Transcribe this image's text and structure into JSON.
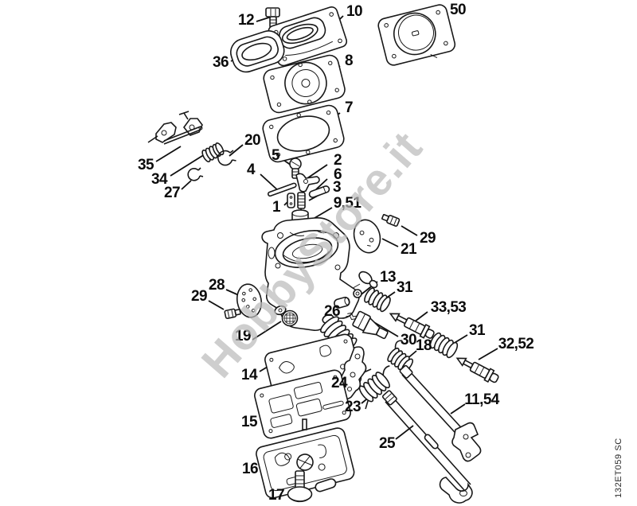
{
  "figure": {
    "watermark_text": "HobbyStore.it",
    "drawing_code": "132ET059 SC"
  },
  "parts": [
    {
      "label": "12",
      "name": "pump-cover-screw"
    },
    {
      "label": "10",
      "name": "pump-cover"
    },
    {
      "label": "50",
      "name": "cover-plate"
    },
    {
      "label": "36",
      "name": "intake-sleeve"
    },
    {
      "label": "8",
      "name": "pump-diaphragm"
    },
    {
      "label": "7",
      "name": "pump-gasket"
    },
    {
      "label": "20",
      "name": "retaining-clip"
    },
    {
      "label": "35",
      "name": "shutter-assembly"
    },
    {
      "label": "34",
      "name": "spring-washer"
    },
    {
      "label": "27",
      "name": "e-clip"
    },
    {
      "label": "5",
      "name": "lever-screw"
    },
    {
      "label": "2",
      "name": "metering-lever"
    },
    {
      "label": "4",
      "name": "lever-pin"
    },
    {
      "label": "6",
      "name": "pin"
    },
    {
      "label": "3",
      "name": "inlet-needle"
    },
    {
      "label": "1",
      "name": "valve-jet"
    },
    {
      "label": "9,51",
      "name": "piston"
    },
    {
      "label": "29",
      "name": "plug-screw-right"
    },
    {
      "label": "21",
      "name": "cover-disc"
    },
    {
      "label": "13",
      "name": "plug"
    },
    {
      "label": "31",
      "name": "adjusting-spring-upper"
    },
    {
      "label": "33,53",
      "name": "high-speed-screw"
    },
    {
      "label": "30",
      "name": "jet-needle"
    },
    {
      "label": "18",
      "name": "spring"
    },
    {
      "label": "31",
      "name": "adjusting-spring-lower"
    },
    {
      "label": "32,52",
      "name": "low-speed-screw"
    },
    {
      "label": "28",
      "name": "disc"
    },
    {
      "label": "29",
      "name": "plug-screw-left"
    },
    {
      "label": "19",
      "name": "inlet-screen"
    },
    {
      "label": "26",
      "name": "throttle-spring"
    },
    {
      "label": "14",
      "name": "metering-gasket"
    },
    {
      "label": "24",
      "name": "choke-lever"
    },
    {
      "label": "23",
      "name": "torsion-spring"
    },
    {
      "label": "15",
      "name": "metering-diaphragm"
    },
    {
      "label": "25",
      "name": "choke-shaft"
    },
    {
      "label": "16",
      "name": "end-cover"
    },
    {
      "label": "17",
      "name": "cover-screw"
    },
    {
      "label": "11,54",
      "name": "throttle-shaft"
    }
  ]
}
